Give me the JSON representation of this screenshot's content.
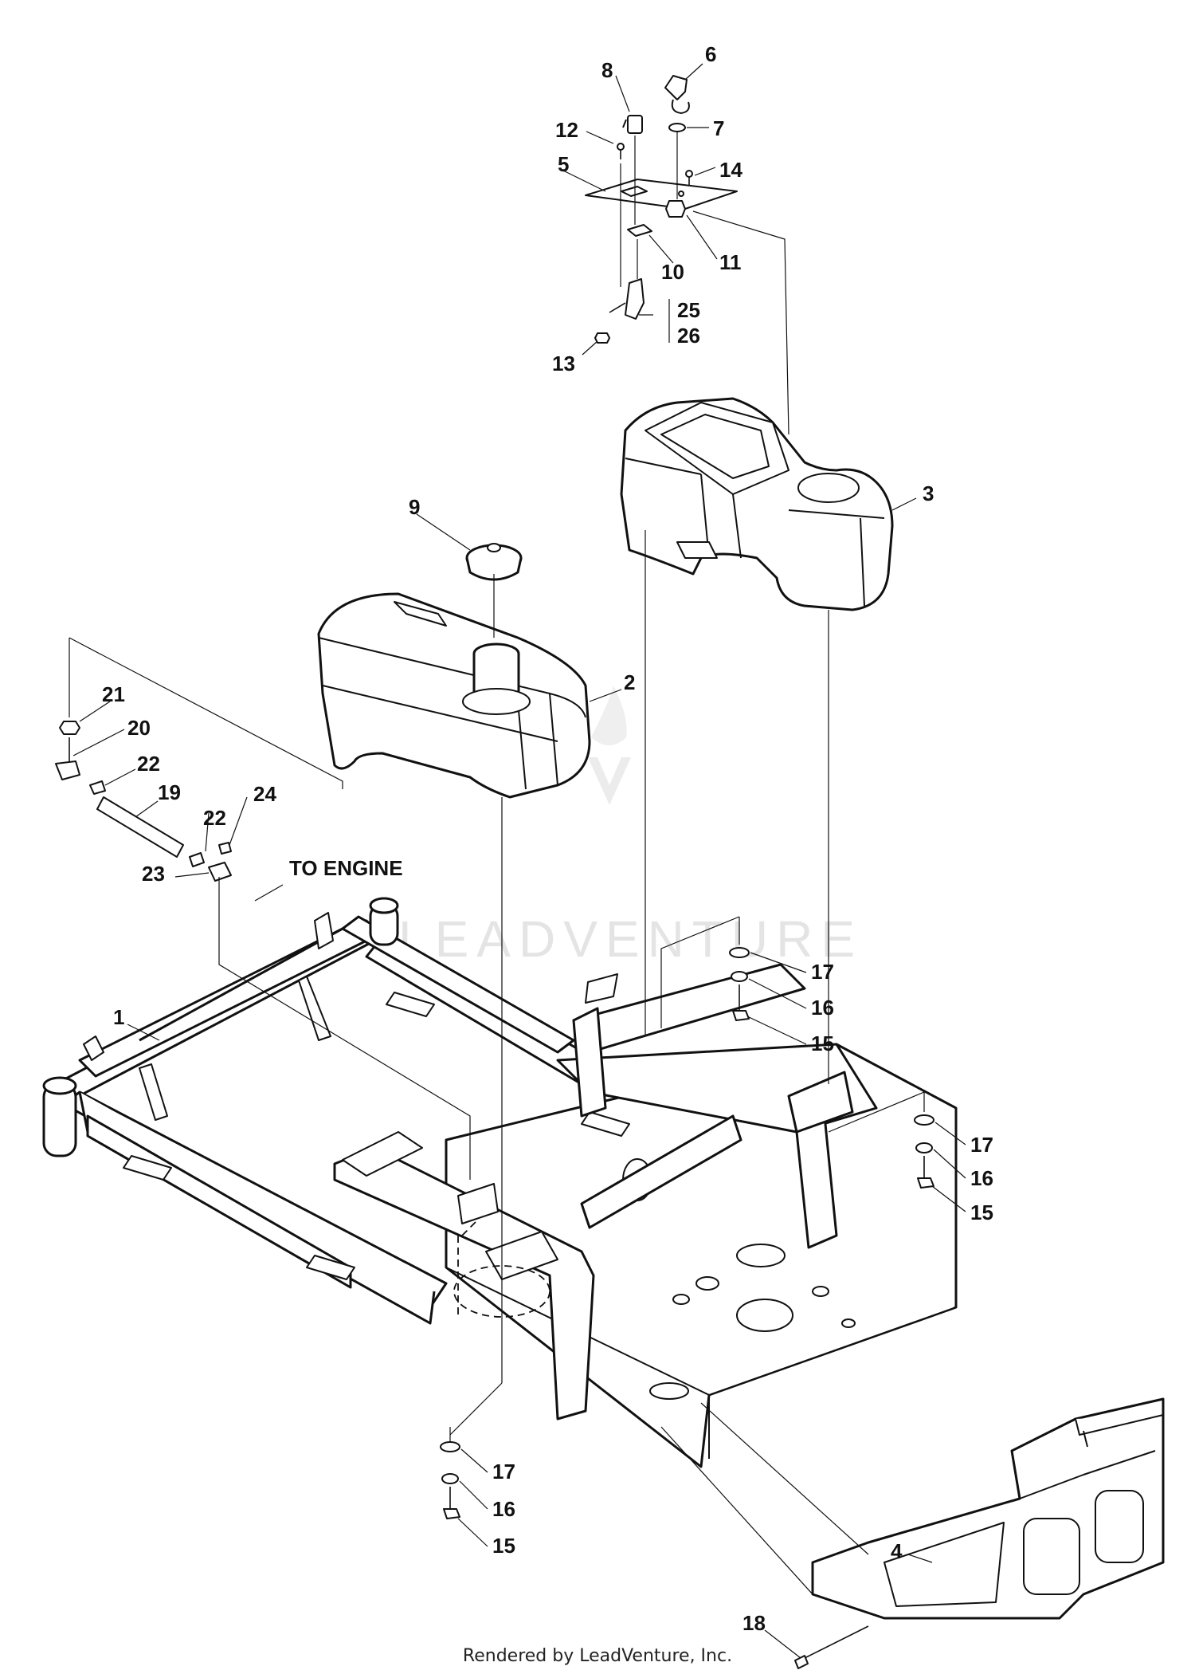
{
  "watermark": "LEADVENTURE",
  "footer": "Rendered by LeadVenture, Inc.",
  "callouts": {
    "c1": "1",
    "c2": "2",
    "c3": "3",
    "c4": "4",
    "c5": "5",
    "c6": "6",
    "c7": "7",
    "c8": "8",
    "c9": "9",
    "c10": "10",
    "c11": "11",
    "c12": "12",
    "c13": "13",
    "c14": "14",
    "c15a": "15",
    "c15b": "15",
    "c15c": "15",
    "c16a": "16",
    "c16b": "16",
    "c16c": "16",
    "c17a": "17",
    "c17b": "17",
    "c17c": "17",
    "c18": "18",
    "c19": "19",
    "c20": "20",
    "c21": "21",
    "c22a": "22",
    "c22b": "22",
    "c23": "23",
    "c24": "24",
    "c25": "25",
    "c26": "26"
  },
  "to_engine": "TO ENGINE"
}
